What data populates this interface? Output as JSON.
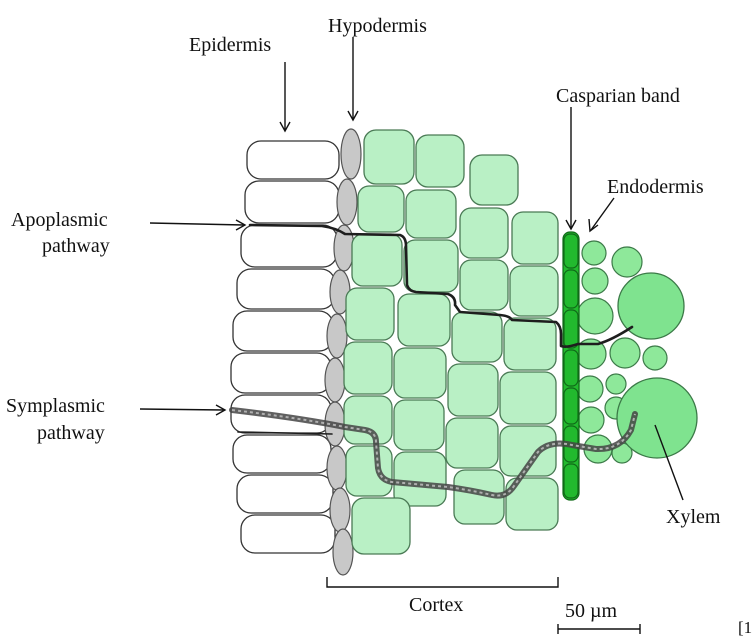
{
  "labels": {
    "epidermis": "Epidermis",
    "hypodermis": "Hypodermis",
    "casparian_band": "Casparian band",
    "endodermis": "Endodermis",
    "apoplasmic_line1": "Apoplasmic",
    "apoplasmic_line2": "pathway",
    "symplasmic_line1": "Symplasmic",
    "symplasmic_line2": "pathway",
    "xylem": "Xylem",
    "cortex": "Cortex",
    "scale_bar": "50 µm",
    "citation": "[1"
  },
  "colors": {
    "epidermis_fill": "#ffffff",
    "hypodermis_fill": "#c8c8c8",
    "cortex_fill": "#b9f0c5",
    "endodermis_fill": "#8ee89a",
    "xylem_fill": "#7fe38f",
    "casparian_band_fill": "#22b92e"
  }
}
